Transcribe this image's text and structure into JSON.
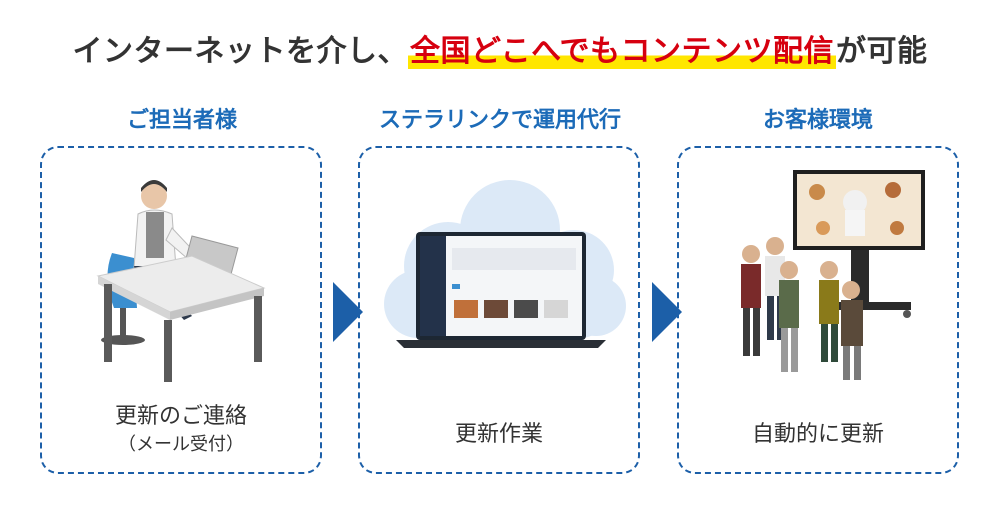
{
  "headline": {
    "prefix": "インターネットを介し、",
    "highlight": "全国どこへでもコンテンツ配信",
    "suffix": "が可能"
  },
  "columns": [
    {
      "title": "ご担当者様",
      "caption_line1": "更新のご連絡",
      "caption_line2": "（メール受付）"
    },
    {
      "title": "ステラリンクで運用代行",
      "caption_line1": "更新作業",
      "caption_line2": ""
    },
    {
      "title": "お客様環境",
      "caption_line1": "自動的に更新",
      "caption_line2": ""
    }
  ],
  "colors": {
    "accent_blue": "#1c5fa8",
    "title_blue": "#1c6bb8",
    "highlight_red": "#d6000f",
    "highlight_yellow": "#ffe600"
  }
}
